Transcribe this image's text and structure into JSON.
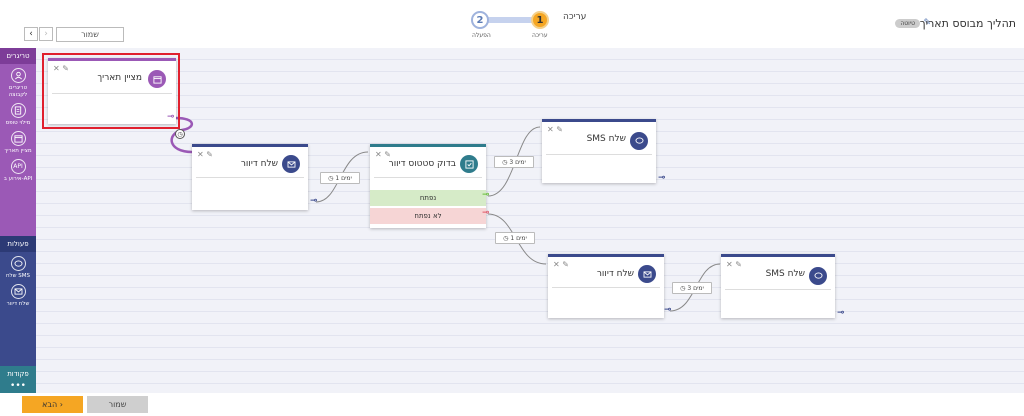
{
  "header": {
    "title": "תהליך מבוסס תאריך",
    "badge": "טיוטה",
    "save_label": "שמור",
    "back_arrow": "‹",
    "forward_arrow": "›",
    "step_current_title": "עריכה",
    "steps": [
      {
        "number": "1",
        "label": "עריכה"
      },
      {
        "number": "2",
        "label": "הפעלה"
      }
    ]
  },
  "sidebar": {
    "sections": [
      {
        "title": "טריגרים",
        "color": "#9b59b6",
        "items": [
          {
            "icon": "user-icon",
            "label": "טריגרים לקבוצה"
          },
          {
            "icon": "form-icon",
            "label": "מילוי טופס"
          },
          {
            "icon": "calendar-icon",
            "label": "מציין תאריך"
          },
          {
            "icon": "API",
            "label": "אירוע ב-API"
          }
        ]
      },
      {
        "title": "פעולות",
        "color": "#3b4a8c",
        "items": [
          {
            "icon": "sms-icon",
            "label": "שלח SMS"
          },
          {
            "icon": "mail-icon",
            "label": "שלח דיוור"
          }
        ]
      },
      {
        "title": "פקודות",
        "color": "#2f7c8c",
        "items": [
          {
            "icon": "more-icon",
            "label": "•••"
          }
        ]
      }
    ]
  },
  "nodes": {
    "trigger": {
      "label": "מציין תאריך",
      "color": "#9b59b6"
    },
    "mail1": {
      "label": "שלח דיוור"
    },
    "check": {
      "label": "בדוק סטטוס דיוור",
      "opened": "נפתח",
      "not_opened": "לא נפתח"
    },
    "sms1": {
      "label": "שלח SMS"
    },
    "mail2": {
      "label": "שלח דיוור"
    },
    "sms2": {
      "label": "שלח SMS"
    }
  },
  "delays": {
    "d1": "1 ימים",
    "d2": "3 ימים",
    "d3": "1 ימים",
    "d4": "3 ימים"
  },
  "footer": {
    "next_label": "הבא",
    "save_label": "שמור"
  },
  "colors": {
    "accent": "#f5a623",
    "navy": "#3b4a8c",
    "purple": "#9b59b6",
    "teal": "#2f7c8c",
    "highlight": "#e0202e"
  }
}
